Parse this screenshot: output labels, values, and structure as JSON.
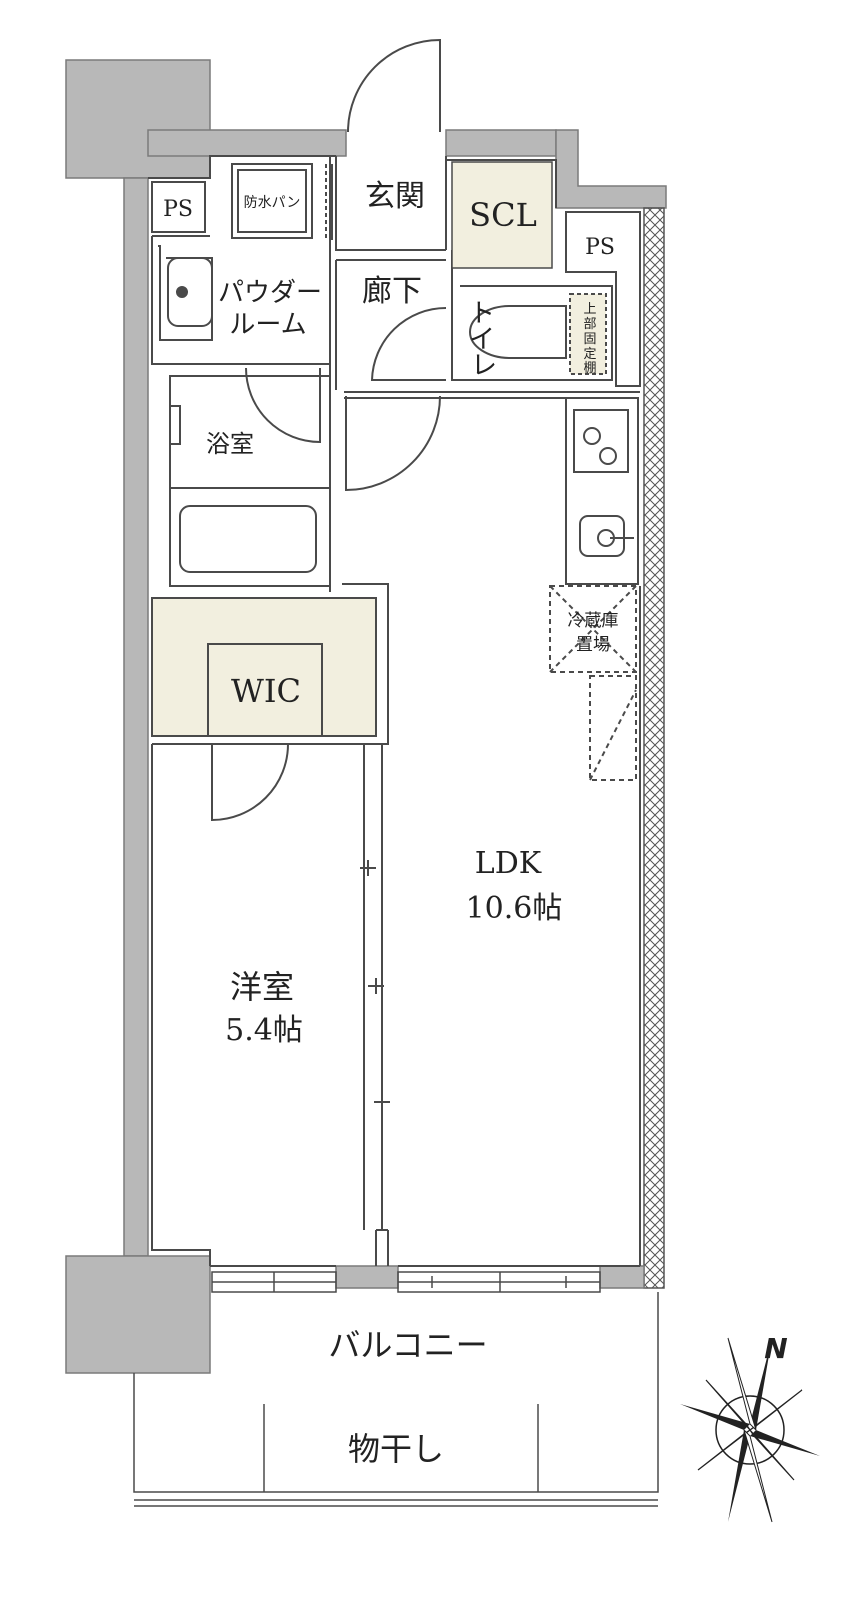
{
  "colors": {
    "wall": "#b8b8b8",
    "wall_stroke": "#7a7a7a",
    "line": "#4a4a4a",
    "storage_fill": "#f2efdf",
    "background": "#ffffff"
  },
  "rooms": {
    "entrance": "玄関",
    "shoe_closet": "SCL",
    "pipe_space_1": "PS",
    "pipe_space_2": "PS",
    "waterproof_pan": "防水パン",
    "powder_room": [
      "パウダー",
      "ルーム"
    ],
    "hallway": "廊下",
    "toilet": [
      "ト",
      "イ",
      "レ"
    ],
    "upper_fixed_shelf": [
      "上",
      "部",
      "固",
      "定",
      "棚"
    ],
    "bathroom": "浴室",
    "walk_in_closet": "WIC",
    "fridge_space": [
      "冷蔵庫",
      "置場"
    ],
    "ldk": [
      "LDK",
      "10.6帖"
    ],
    "western_room": [
      "洋室",
      "5.4帖"
    ],
    "balcony": "バルコニー",
    "drying_area": "物干し"
  },
  "compass": {
    "label": "N",
    "icon": "compass-rose-icon"
  }
}
